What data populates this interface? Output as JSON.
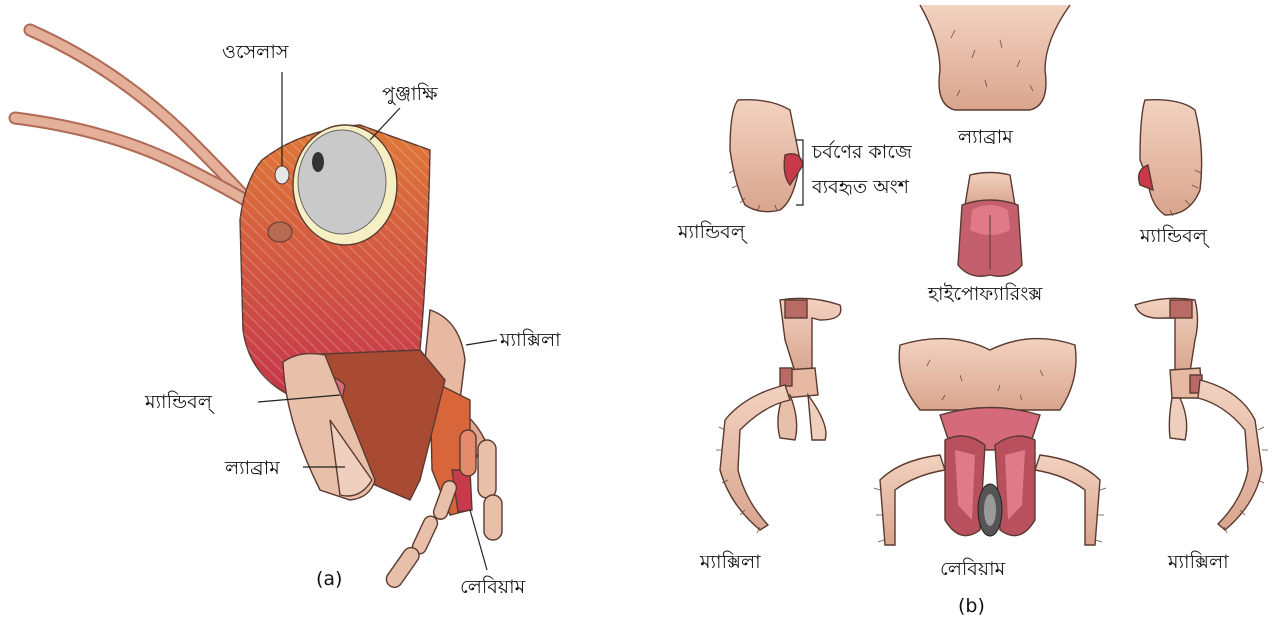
{
  "figure_a": {
    "caption": "(a)",
    "labels": {
      "ocellus": "ওসেলাস",
      "compound_eye": "পুঞ্জাক্ষি",
      "maxilla": "ম্যাক্সিলা",
      "mandible": "ম্যান্ডিবল্",
      "labrum": "ল্যাব্রাম",
      "labium": "লেবিয়াম"
    }
  },
  "figure_b": {
    "caption": "(b)",
    "labels": {
      "labrum": "ল্যাব্রাম",
      "chewing_part_line1": "চর্বণের কাজে",
      "chewing_part_line2": "ব্যবহৃত অংশ",
      "mandible_left": "ম্যান্ডিবল্",
      "mandible_right": "ম্যান্ডিবল্",
      "hypopharynx": "হাইপোফ্যারিংক্স",
      "maxilla_left": "ম্যাক্সিলা",
      "maxilla_right": "ম্যাক্সিলা",
      "labium": "লেবিয়াম"
    }
  },
  "colors": {
    "head_orange": "#d9663a",
    "head_red": "#c8394a",
    "mandible_brown": "#a94a32",
    "cuticle_tan": "#e8bfa8",
    "pink_part": "#d46a7c",
    "eye_grey": "#c9c9c9",
    "eye_rim": "#f7efc4"
  }
}
